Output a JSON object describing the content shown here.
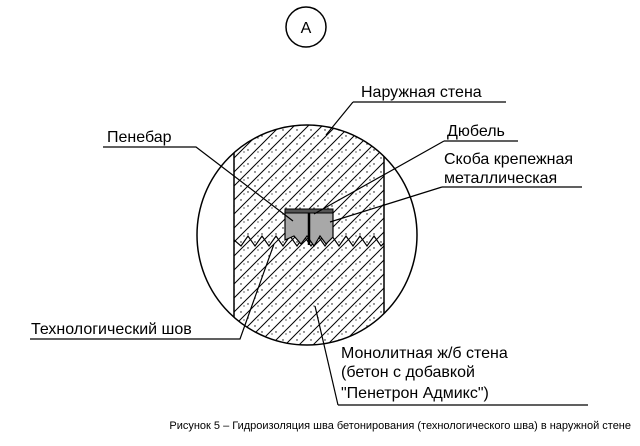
{
  "marker": "А",
  "labels": {
    "outer_wall": "Наружная стена",
    "penebar": "Пенебар",
    "dowel": "Дюбель",
    "bracket_line1": "Скоба крепежная",
    "bracket_line2": "металлическая",
    "joint": "Технологический шов",
    "monolith_line1": "Монолитная ж/б стена",
    "monolith_line2": "(бетон с добавкой",
    "monolith_line3": "\"Пенетрон Адмикс\")"
  },
  "caption": "Рисунок 5 – Гидроизоляция шва бетонирования (технологического шва) в наружной стене"
}
